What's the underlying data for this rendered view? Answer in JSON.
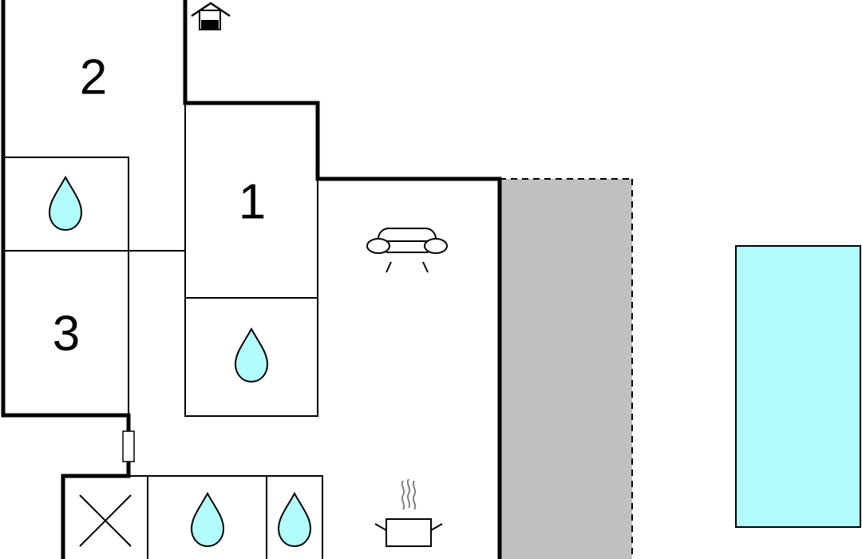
{
  "rooms": {
    "room_2": {
      "label": "2"
    },
    "room_1": {
      "label": "1"
    },
    "room_3": {
      "label": "3"
    }
  },
  "icons": {
    "entrance": "house-entrance-icon",
    "bathroom": "water-drop-icon",
    "living_room": "sofa-icon",
    "kitchen": "cooking-pot-icon",
    "utility": "cross-box-icon",
    "door": "door-icon"
  },
  "colors": {
    "background": "#ffffff",
    "walls": "#000000",
    "terrace": "#c0c0c0",
    "pool": "#b3fcfc",
    "water_drop": "#b3fcfc"
  }
}
